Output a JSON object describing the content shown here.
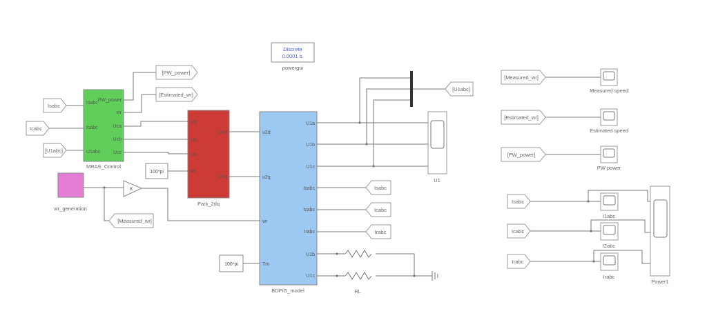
{
  "powergui": {
    "line1": "Discrete",
    "line2": "0.0001 s.",
    "caption": "powergui"
  },
  "mras": {
    "caption": "MRAS_Control",
    "inputs": [
      "Isabc",
      "Icabc",
      "U1abc"
    ],
    "outputs": [
      "PW_power",
      "wr",
      "Uca",
      "Ucb",
      "Ucc"
    ]
  },
  "park": {
    "caption": "Park_2dq",
    "inputs": [
      "Ua",
      "Ub",
      "Uc",
      "wt"
    ],
    "outputs": [
      "U1d",
      "U1q"
    ]
  },
  "bdfig": {
    "caption": "BDFIG_model",
    "inputs": [
      "u2d",
      "u2q",
      "wr",
      "Tm"
    ],
    "outputs": [
      "U1a",
      "U1b",
      "U1c",
      "Isabc",
      "Icabc",
      "Irabc",
      "U1b",
      "U1c"
    ]
  },
  "wrgen": {
    "caption": "wr_generation"
  },
  "gain": {
    "label": "K"
  },
  "const1": {
    "label": "100*pi"
  },
  "const2": {
    "label": "100*pi"
  },
  "tags": {
    "isabc_in": "Isabc",
    "icabc_in": "Icabc",
    "u1abc_in": "[U1abc]",
    "pw_out": "[PW_power]",
    "est_out": "[Estimated_wr]",
    "meas_out": "[Measured_wr]",
    "u1abc_out": "[U1abc]",
    "isabc_out": "Isabc",
    "icabc_out": "Icabc",
    "irabc_out": "Irabc",
    "meas_in": "[Measured_wr]",
    "est_in": "[Estimated_wr]",
    "pw_in": "[PW_power]",
    "isabc_r": "Isabc",
    "icabc_r": "Icabc",
    "irabc_r": "Irabc"
  },
  "scopes": {
    "u1": "U1",
    "measured_speed": "Measured speed",
    "estimated_speed": "Estimated speed",
    "pw_power": "PW power",
    "i1abc": "I1abc",
    "i2abc": "I2abc",
    "irabc": "Irabc",
    "power1": "Power1"
  },
  "load": {
    "caption": "RL"
  },
  "colors": {
    "mras": "#5fcf5a",
    "park": "#cc3b35",
    "bdfig": "#9cc8f2",
    "wrgen": "#e57fd6"
  }
}
